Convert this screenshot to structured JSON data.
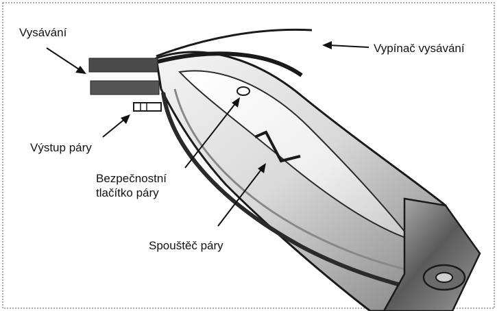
{
  "labels": {
    "suction": "Vysávání",
    "suction_switch": "Vypínač vysávání",
    "steam_outlet": "Výstup páry",
    "safety_button_line1": "Bezpečnostní",
    "safety_button_line2": "tlačítko páry",
    "steam_trigger": "Spouštěč páry"
  },
  "colors": {
    "background": "#ffffff",
    "outline": "#1a1a1a",
    "handle_shade": "#9a9a9a"
  }
}
